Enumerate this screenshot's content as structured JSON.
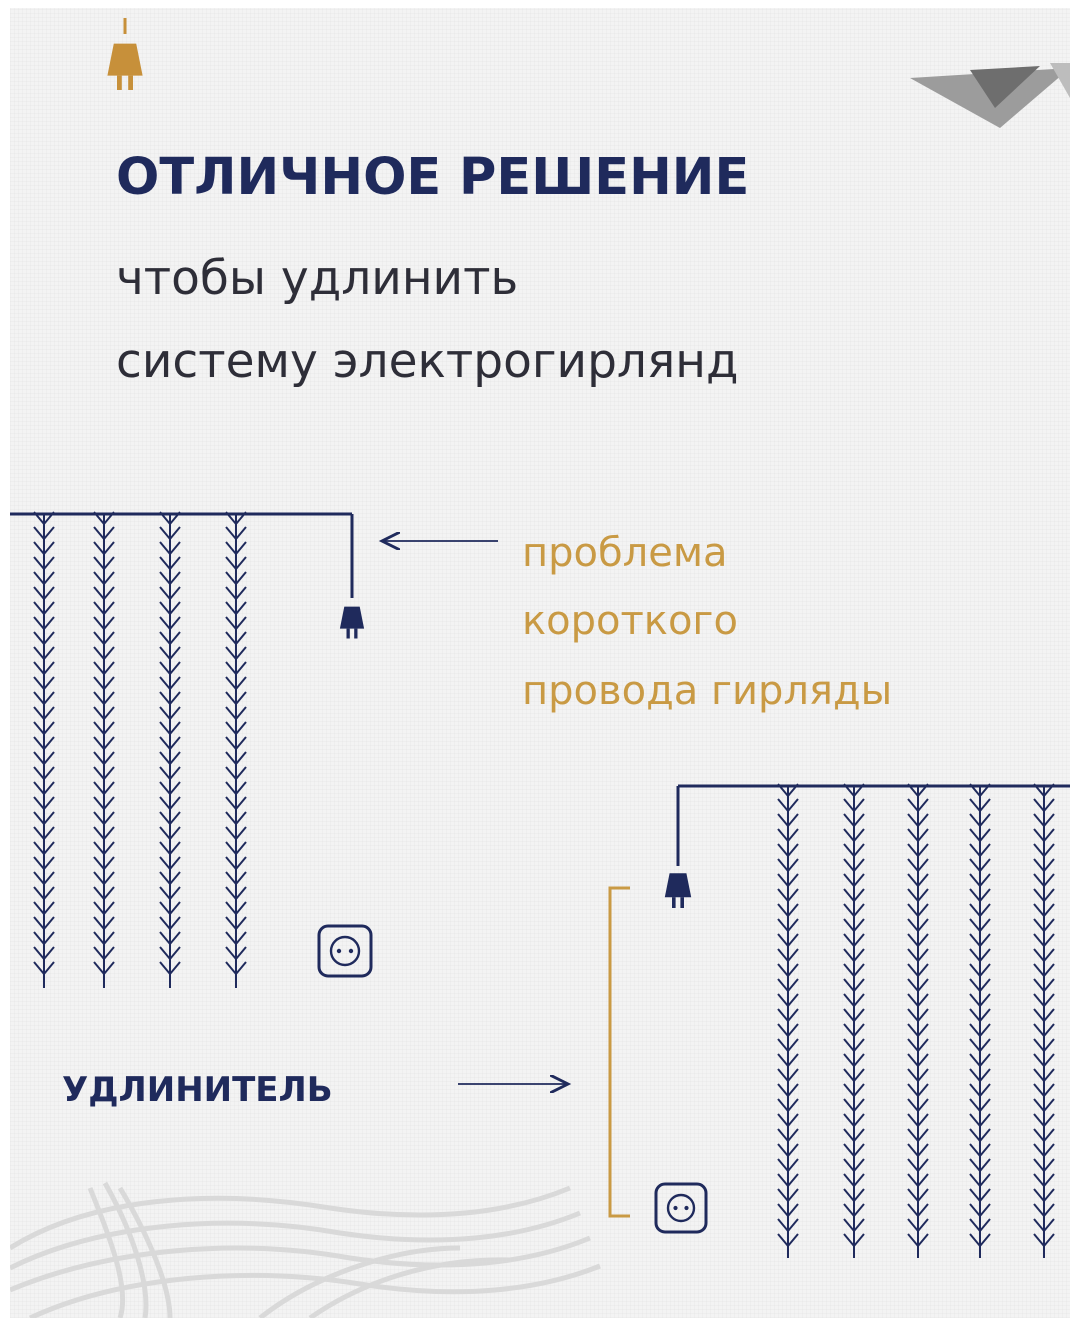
{
  "heading": {
    "title": "ОТЛИЧНОЕ РЕШЕНИЕ",
    "subtitle_line1": "чтобы удлинить",
    "subtitle_line2": "систему электрогирлянд"
  },
  "problem_note": {
    "line1": "проблема",
    "line2": "короткого",
    "line3": "провода гирляды"
  },
  "extension_label": "УДЛИНИТЕЛЬ",
  "colors": {
    "navy": "#1f2a5c",
    "gold": "#c99a44",
    "text_dark": "#2e2e38",
    "background": "#f3f3f3"
  },
  "icons": [
    "plug-icon",
    "socket-icon",
    "logo-icon",
    "cable-coil-image"
  ]
}
